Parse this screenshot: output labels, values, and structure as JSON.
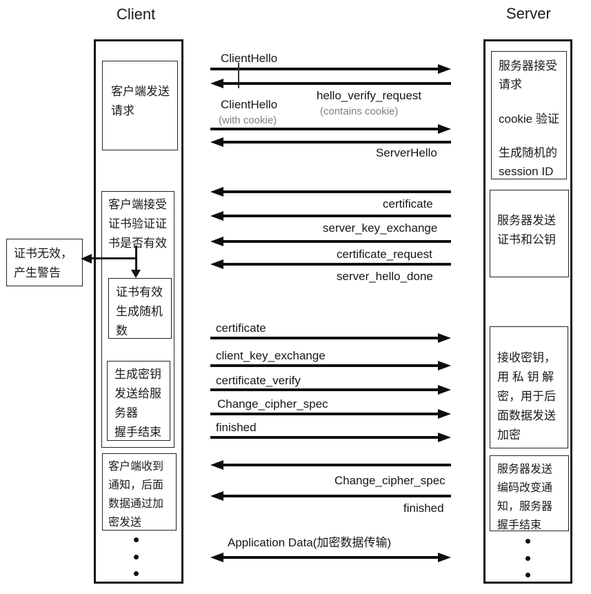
{
  "titles": {
    "client": "Client",
    "server": "Server"
  },
  "colors": {
    "ink": "#0d0d0d",
    "muted": "#7f7f7f",
    "background": "#ffffff"
  },
  "client_column": {
    "send_request": "客户端发送\n请求",
    "accept_cert": "客户端接受\n证书验证证\n书是否有效",
    "cert_valid": "证书有效\n生成随机\n数",
    "gen_key": "生成密钥\n发送给服\n务器\n握手结束",
    "notified": "客户端收到\n通知，后面\n数据通过加\n密发送"
  },
  "warning_box": {
    "text": "证书无效，\n产生警告"
  },
  "server_column": {
    "accept_request": "服务器接受\n请求",
    "cookie_verify": "cookie 验证",
    "gen_session": "生成随机的\nsession ID",
    "send_cert": "服务器发送\n证书和公钥",
    "recv_key": "接收密钥，\n用 私 钥 解\n密，用于后\n面数据发送\n加密",
    "change_notice": "服务器发送\n编码改变通\n知，服务器\n握手结束"
  },
  "messages": {
    "client_hello_1": "ClientHello",
    "hello_verify_request": "hello_verify_request",
    "hello_verify_note": "(contains cookie)",
    "client_hello_2": "ClientHello",
    "client_hello_2_note": "(with cookie)",
    "server_hello": "ServerHello",
    "s_certificate": "certificate",
    "server_key_exchange": "server_key_exchange",
    "certificate_request": "certificate_request",
    "server_hello_done": "server_hello_done",
    "c_certificate": "certificate",
    "client_key_exchange": "client_key_exchange",
    "certificate_verify": "certificate_verify",
    "c_change_cipher_spec": "Change_cipher_spec",
    "c_finished": "finished",
    "s_change_cipher_spec": "Change_cipher_spec",
    "s_finished": "finished",
    "application_data": "Application Data(加密数据传输)"
  }
}
